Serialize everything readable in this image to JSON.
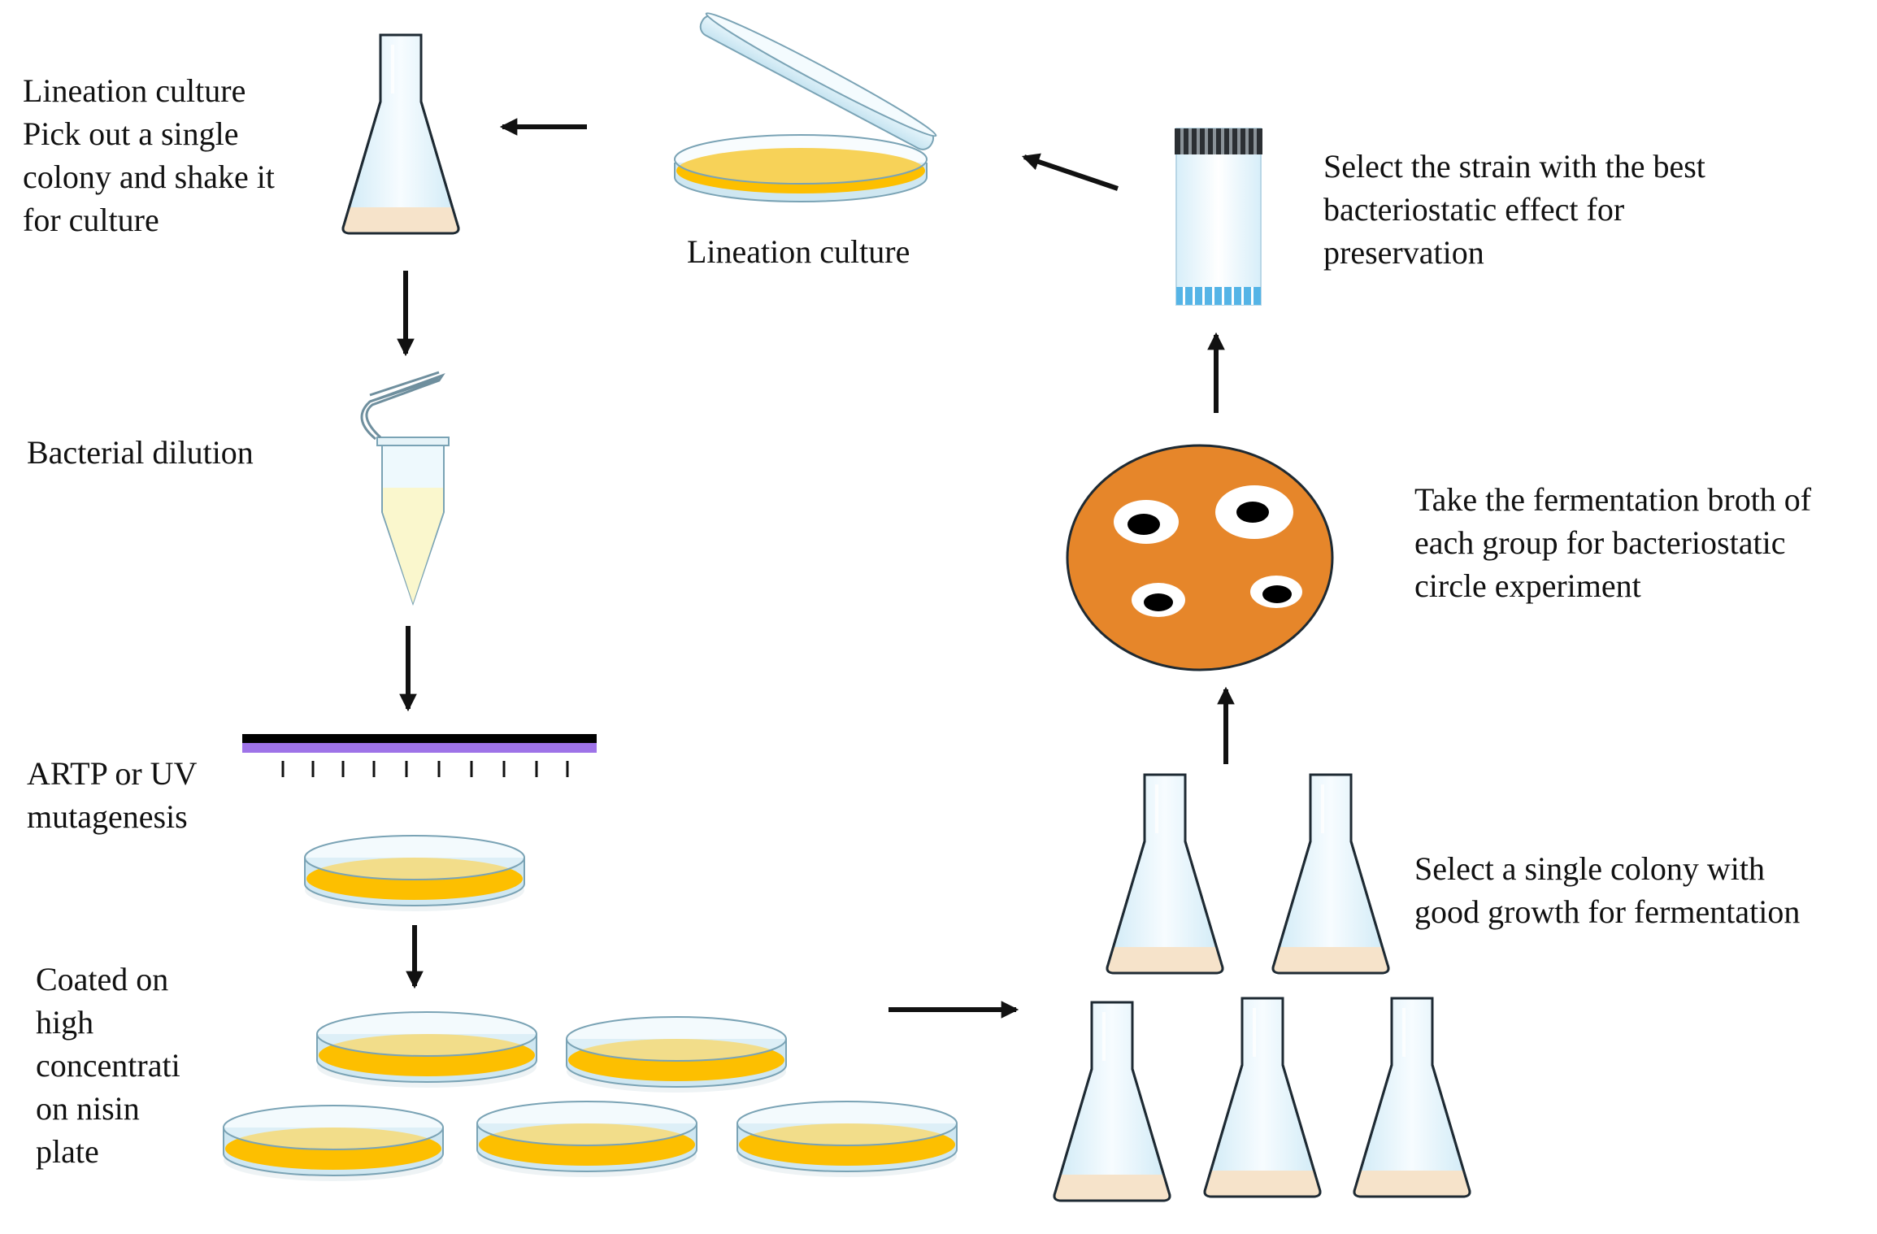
{
  "steps": {
    "lineation_culture_1": {
      "lines": [
        "Lineation culture",
        "Pick out a single",
        "colony and shake it",
        "for culture"
      ]
    },
    "lineation_culture_plate": {
      "label": "Lineation culture"
    },
    "preservation": {
      "lines": [
        "Select the strain with the best",
        "bacteriostatic effect for",
        "preservation"
      ]
    },
    "dilution": {
      "label": "Bacterial dilution"
    },
    "bacteriostatic": {
      "lines": [
        "Take the fermentation broth of",
        "each group for bacteriostatic",
        "circle experiment"
      ]
    },
    "mutagenesis": {
      "lines": [
        "ARTP or UV",
        "mutagenesis"
      ]
    },
    "fermentation": {
      "lines": [
        "Select a single colony with",
        "good growth for fermentation"
      ]
    },
    "coating": {
      "lines": [
        "Coated on",
        "high",
        "concentrati",
        "on nisin",
        "plate"
      ]
    }
  },
  "icons": [
    "erlenmeyer-flask-icon",
    "petri-dish-icon",
    "cryovial-icon",
    "microcentrifuge-tube-icon",
    "uv-lamp-icon",
    "inhibition-zone-plate-icon",
    "arrow-icon"
  ],
  "colors": {
    "agar_yellow": "#FDBF00",
    "culture_beige": "#F6E3CA",
    "glass": "#E4F5FC",
    "glass_outline": "#1E2A33",
    "plate_orange": "#E6862A",
    "lamp_purple": "#9E73E8",
    "tube_liquid": "#FAF7CD",
    "vial_cap": "#2B2F33",
    "vial_stripe": "#55B4E6"
  }
}
